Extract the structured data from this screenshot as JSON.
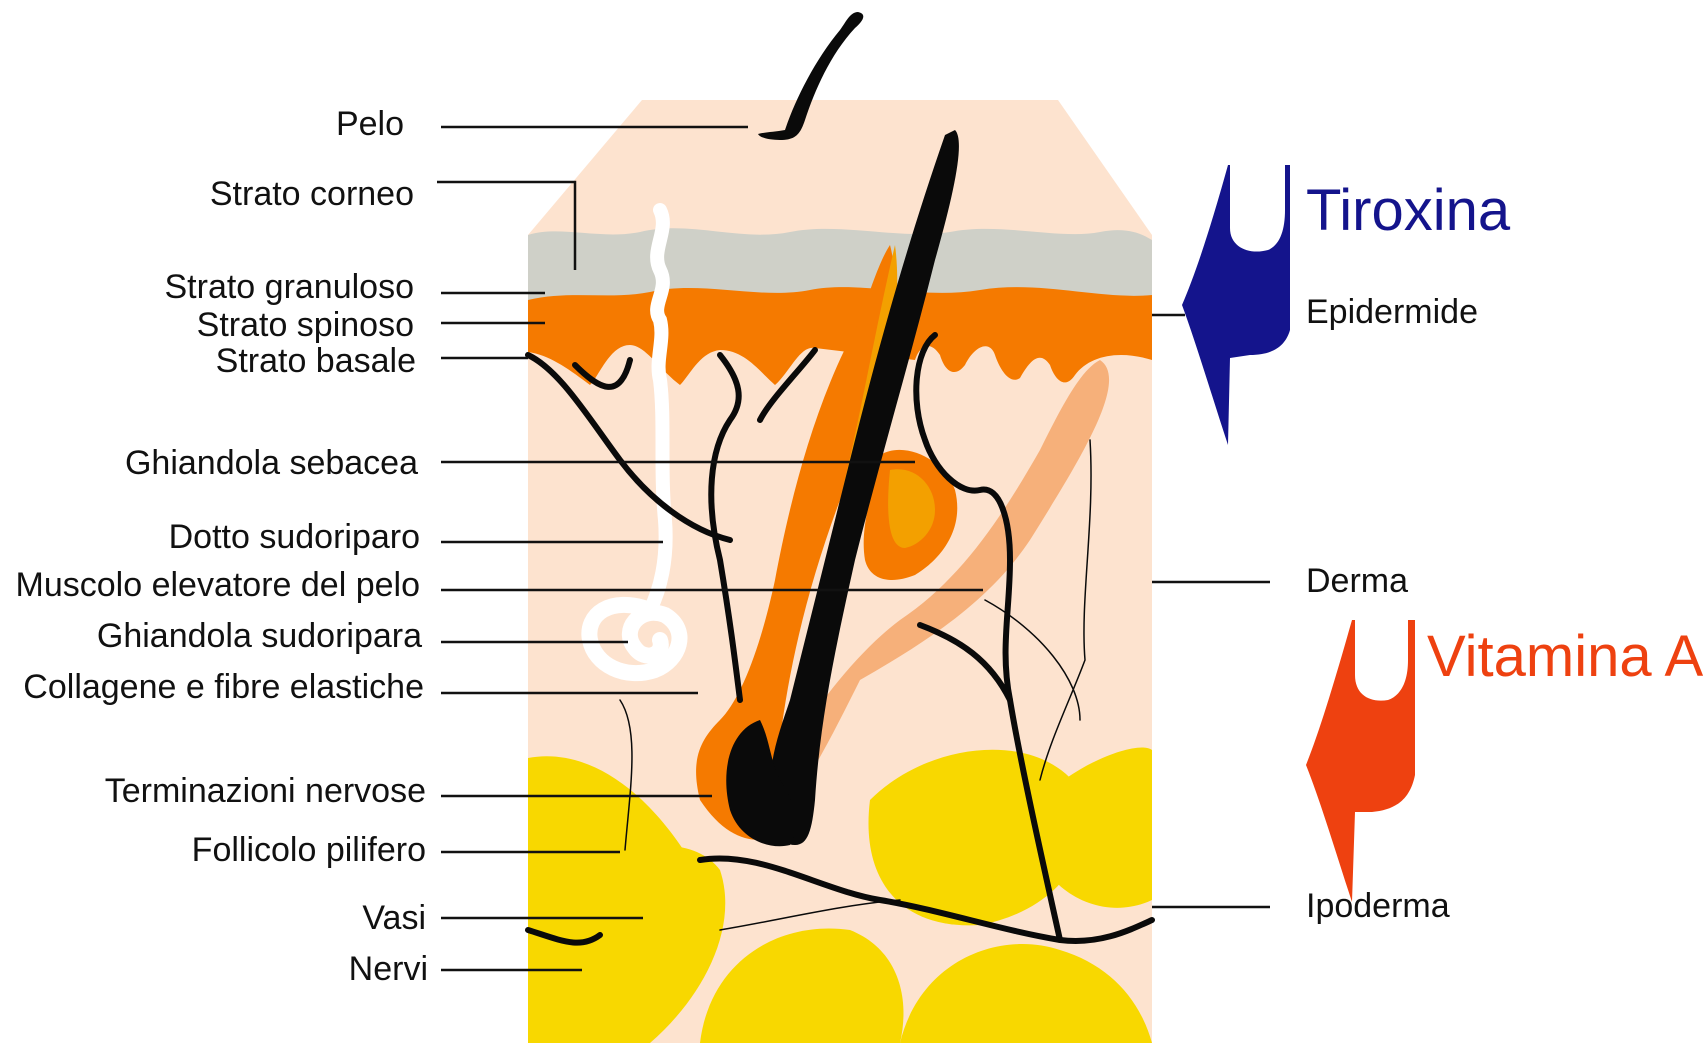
{
  "left_labels": [
    "Pelo",
    "Strato corneo",
    "Strato granuloso",
    "Strato spinoso",
    "Strato basale",
    "Ghiandola sebacea",
    "Dotto sudoriparo",
    "Muscolo elevatore del pelo",
    "Ghiandola sudoripara",
    "Collagene e fibre elastiche",
    "Terminazioni nervose",
    "Follicolo pilifero",
    "Vasi",
    "Nervi"
  ],
  "right_labels": {
    "epidermide": "Epidermide",
    "derma": "Derma",
    "ipoderma": "Ipoderma"
  },
  "hormones": {
    "tiroxina": {
      "label": "Tiroxina",
      "color": "#14148c"
    },
    "vitamina_a": {
      "label": "Vitamina A",
      "color": "#ee4110"
    }
  },
  "colors": {
    "skin": "#fde3cf",
    "corneum": "#cfd0c8",
    "epidermis": "#f57a00",
    "fat": "#f8d800",
    "muscle": "#f6b07a",
    "gland": "#f3a000"
  }
}
